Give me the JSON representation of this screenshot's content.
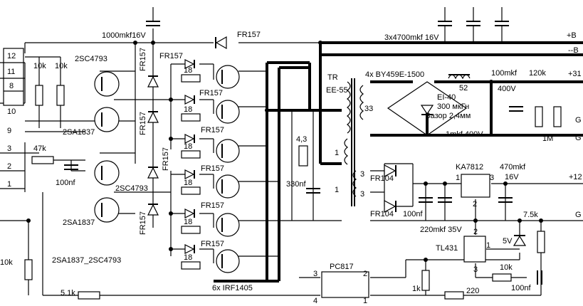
{
  "labels": {
    "c_1000mkf": "1000mkf16V",
    "d_fr157_top": "FR157",
    "caps_3x4700": "3x4700mkf 16V",
    "rail_plus_b": "+B",
    "rail_minus_b": "--B",
    "rail_plus_31": "+31",
    "rail_plus_12": "+12",
    "gnd_1": "G",
    "gnd_2": "G",
    "gnd_3": "G",
    "pin12": "12",
    "pin11": "11",
    "pin8": "8",
    "pin10": "10",
    "pin9": "9",
    "pin3": "3",
    "pin2": "2",
    "pin1": "1",
    "r10k_a": "10k",
    "r10k_b": "10k",
    "q_2sc4793_a": "2SC4793",
    "q_2sa1837_a": "2SA1837",
    "q_2sc4793_b": "2SC4793",
    "q_2sa1837_b": "2SA1837",
    "r47k": "47k",
    "c100nf_a": "100nf",
    "r10k_c": "10k",
    "pair_note": "2SA1837_2SC4793",
    "r5_1k": "5.1k",
    "d_fr157_1": "FR157",
    "d_fr157_2": "FR157",
    "d_fr157_3": "FR157",
    "d_fr157_4": "FR157",
    "d_fr157_5": "FR157",
    "d_fr157_6": "FR157",
    "d_fr157_v1": "FR157",
    "d_fr157_v2": "FR157",
    "d_fr157_v3": "FR157",
    "d_fr157_v4": "FR157",
    "r18_1": "18",
    "r18_2": "18",
    "r18_3": "18",
    "r18_4": "18",
    "r18_5": "18",
    "r18_6": "18",
    "mosfets": "6x IRF1405",
    "r4_3": "4,3",
    "c330nf": "330nf",
    "tr_name": "TR",
    "tr_core": "EE-55",
    "w33": "33",
    "w1_a": "1",
    "w1_b": "1",
    "w3_a": "3",
    "w3_b": "3",
    "bridge": "4x BY459E-1500",
    "l52": "52",
    "c100mkf": "100mkf",
    "r120k": "120k",
    "v400": "400V",
    "ei40": "EI-40",
    "l300": "300 мкГн",
    "gap": "Зазор 2,4мм",
    "c1mkf": "1mkf 400V",
    "r1m": "1M",
    "d_fr104_a": "FR104",
    "d_fr104_b": "FR104",
    "ka7812": "KA7812",
    "ka_p1": "1",
    "ka_p3": "3",
    "ka_p2": "2",
    "c470mkf": "470mkf",
    "v16": "16V",
    "c100nf_b": "100nf",
    "c220mkf": "220mkf 35V",
    "r7_5k": "7.5k",
    "z5v": "5V",
    "tl_p2": "2",
    "tl431": "TL431",
    "tl_p1": "1",
    "tl_p3": "3",
    "pc817": "PC817",
    "pc_p3": "3",
    "pc_p2": "2",
    "pc_p4": "4",
    "pc_p1": "1",
    "r1k": "1k",
    "r10k_d": "10k",
    "c100nf_c": "100nf",
    "r220": "220"
  }
}
